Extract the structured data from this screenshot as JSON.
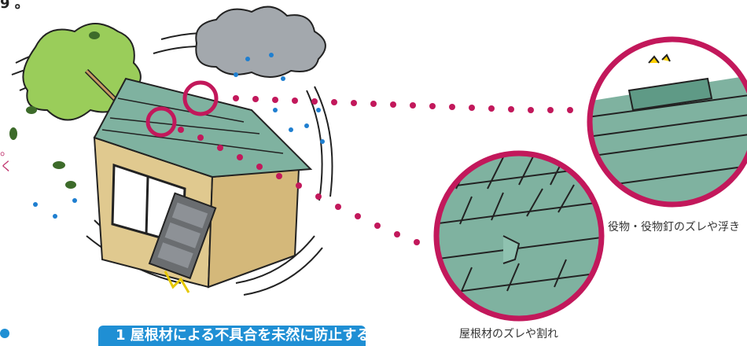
{
  "top_fragment": "9 。",
  "left_marks": {
    "circle": "。",
    "tick": "く"
  },
  "callouts": [
    {
      "caption": "役物・役物釘のズレや浮き"
    },
    {
      "caption": "屋根材のズレや割れ"
    }
  ],
  "banner": {
    "label": "1 屋根材による不具合を未然に防止する"
  },
  "colors": {
    "accent": "#c2185b",
    "roof": "#7fb2a0",
    "wall": "#d9c08a",
    "cloud": "#9aa0a6",
    "banner": "#1f8fd4",
    "tree": "#9acd5a"
  }
}
